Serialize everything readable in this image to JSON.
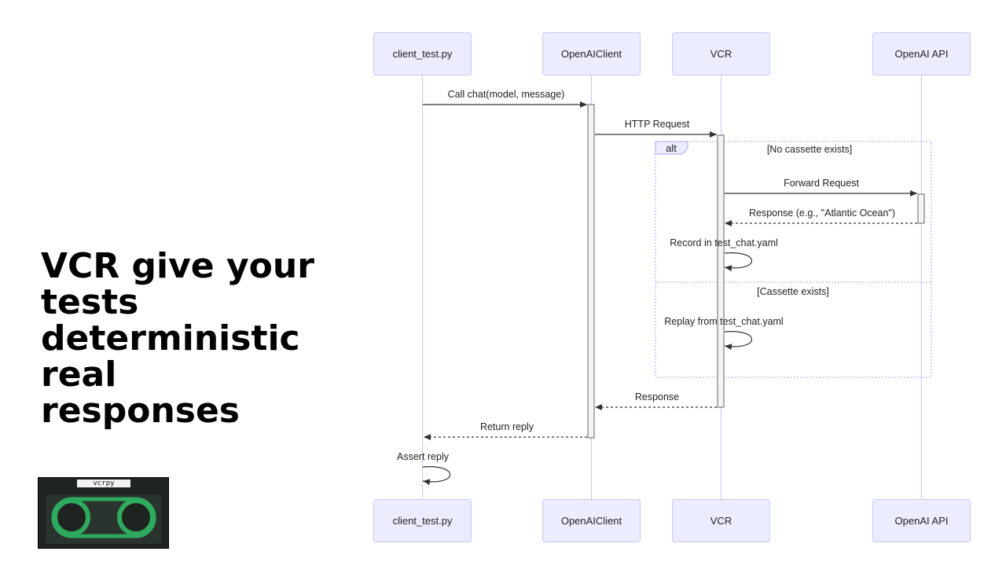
{
  "headline": {
    "line1": "VCR give your tests",
    "line2": "deterministic real",
    "line3": "responses"
  },
  "logo": {
    "label": "vcrpy",
    "icon": "cassette-tape-icon",
    "accent_color": "#2eaa5e"
  },
  "diagram": {
    "colors": {
      "actor_fill": "#ececff",
      "actor_stroke": "#c9c9f2",
      "lifeline": "#c8c6ee",
      "activation_fill": "#f4f4f4",
      "activation_stroke": "#666666",
      "alt_border": "#a9a8ea",
      "alt_label_fill": "#ececff"
    },
    "participants": [
      "client_test.py",
      "OpenAIClient",
      "VCR",
      "OpenAI API"
    ],
    "messages": [
      {
        "label": "Call chat(model, message)"
      },
      {
        "label": "HTTP Request"
      },
      {
        "label": "Forward Request"
      },
      {
        "label": "Response (e.g., \"Atlantic Ocean\")"
      },
      {
        "label": "Record in test_chat.yaml"
      },
      {
        "label": "Replay from test_chat.yaml"
      },
      {
        "label": "Response"
      },
      {
        "label": "Return reply"
      },
      {
        "label": "Assert reply"
      }
    ],
    "alt": {
      "label": "alt",
      "condition1": "[No cassette exists]",
      "condition2": "[Cassette exists]"
    }
  }
}
